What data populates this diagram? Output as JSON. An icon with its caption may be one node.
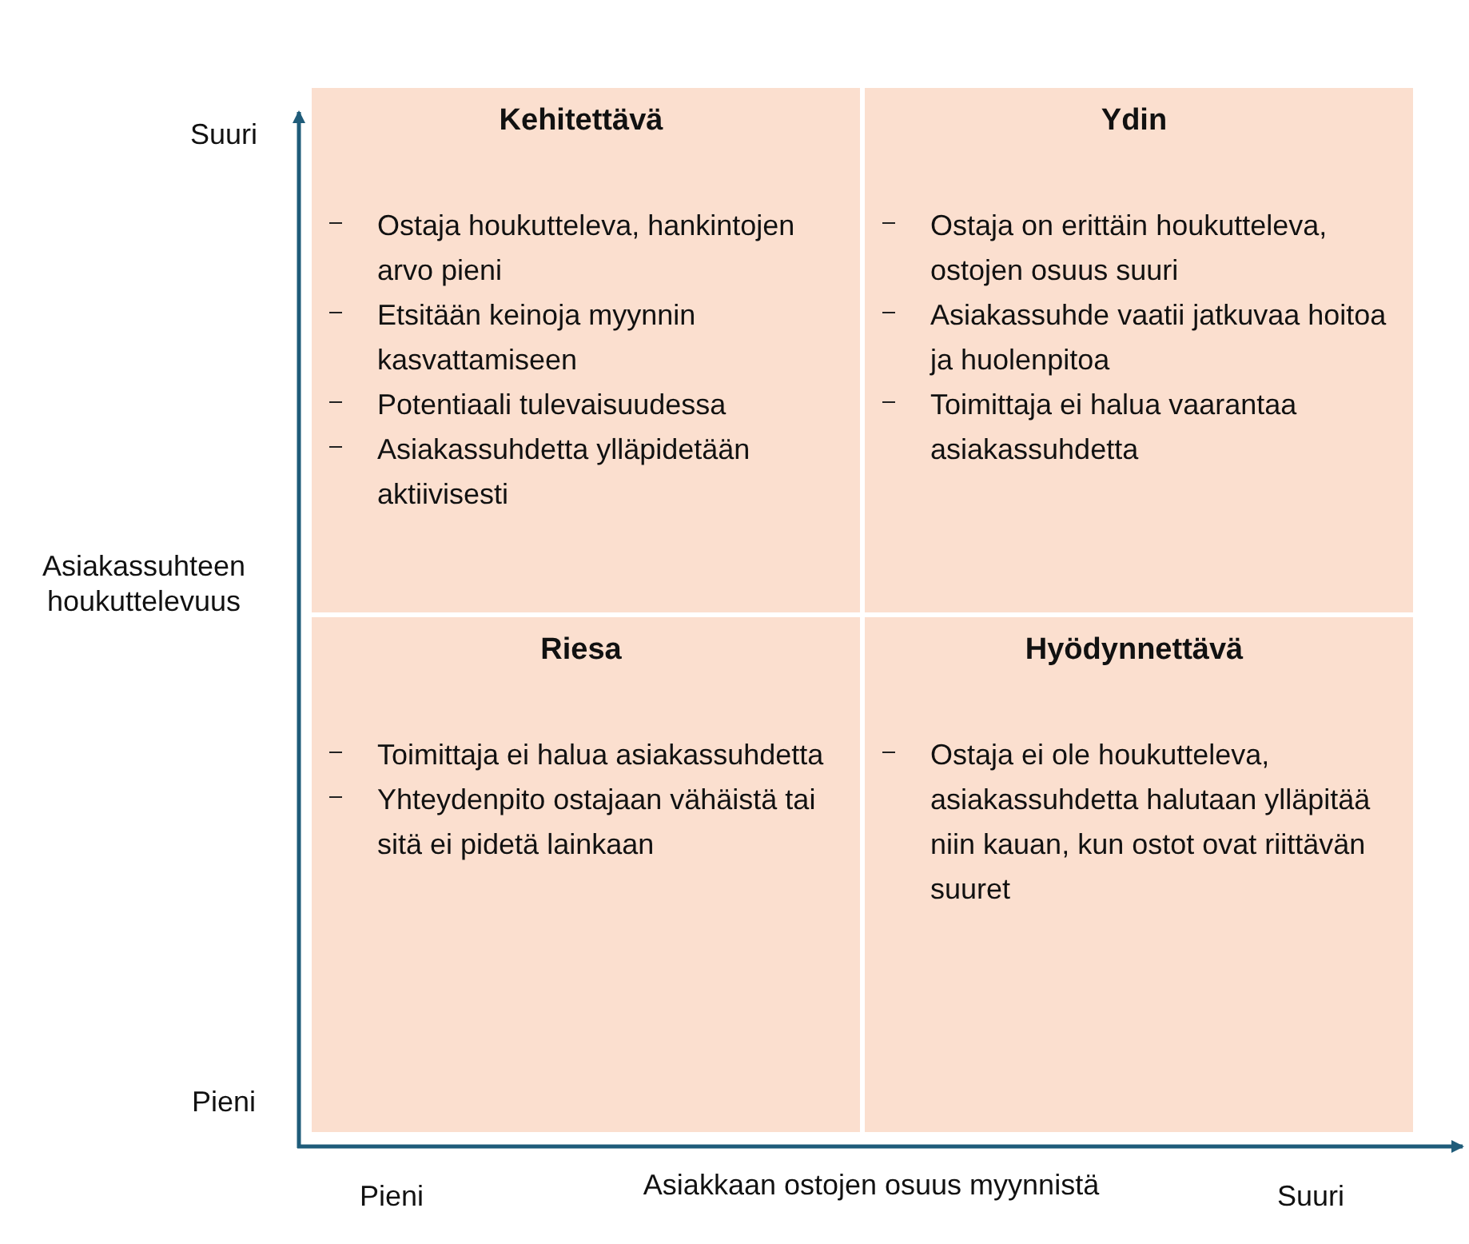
{
  "diagram": {
    "nodes": [
      {
        "text": [
          "Kehitettävä",
          "Ostaja houkutteleva, hankintojen arvo pieni",
          "Etsitään keinoja myynnin kasvattamiseen",
          "Potentiaali tulevaisuudessa",
          "Asiakassuhdetta ylläpidetään aktiivisesti"
        ]
      },
      {
        "text": [
          "Ydin",
          "Ostaja on erittäin houkutteleva, ostojen osuus suuri",
          "Asiakassuhde vaatii jatkuvaa hoitoa ja huolenpitoa",
          "Toimittaja ei halua vaarantaa asiakassuhdetta"
        ]
      },
      {
        "text": [
          "Riesa",
          "Toimittaja ei halua asiakassuhdetta",
          "Yhteydenpito ostajaan vähäistä tai sitä ei pidetä lainkaan"
        ]
      },
      {
        "text": [
          "Hyödynnettävä",
          "Ostaja ei ole houkutteleva, asiakassuhdetta halutaan ylläpitää niin kauan, kun ostot ovat riittävän suuret"
        ]
      }
    ],
    "labels": [
      "Suuri",
      "Asiakassuhteen houkuttelevuus",
      "Pieni",
      "Pieni",
      "Asiakkaan ostojen osuus myynnistä",
      "Suuri"
    ]
  }
}
